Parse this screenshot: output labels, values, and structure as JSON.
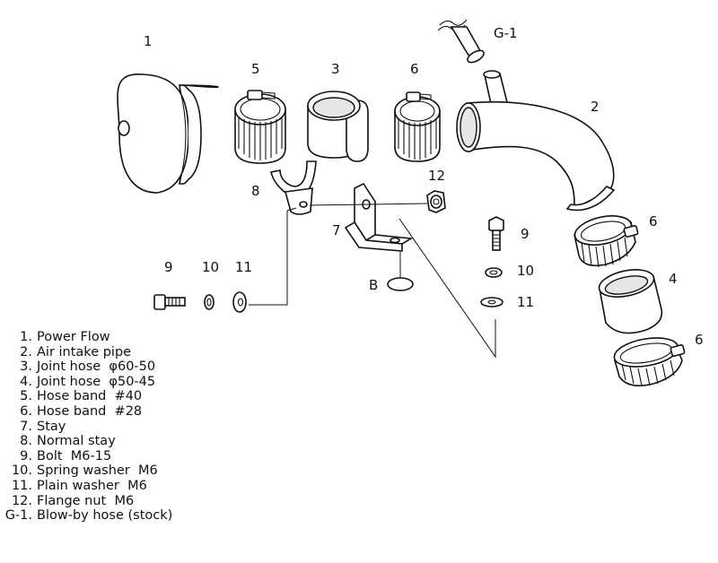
{
  "callouts": {
    "c1": "1",
    "c2": "2",
    "c3": "3",
    "c4": "4",
    "c5": "5",
    "c6a": "6",
    "c6b": "6",
    "c6c": "6",
    "c7": "7",
    "c8": "8",
    "c9a": "9",
    "c9b": "9",
    "c10a": "10",
    "c10b": "10",
    "c11a": "11",
    "c11b": "11",
    "c12": "12",
    "cB": "B",
    "cG1": "G-1"
  },
  "legend": [
    {
      "num": "1.",
      "text": "Power Flow"
    },
    {
      "num": "2.",
      "text": "Air intake pipe"
    },
    {
      "num": "3.",
      "text": "Joint hose  φ60-50"
    },
    {
      "num": "4.",
      "text": "Joint hose  φ50-45"
    },
    {
      "num": "5.",
      "text": "Hose band  #40"
    },
    {
      "num": "6.",
      "text": "Hose band  #28"
    },
    {
      "num": "7.",
      "text": "Stay"
    },
    {
      "num": "8.",
      "text": "Normal stay"
    },
    {
      "num": "9.",
      "text": "Bolt  M6-15"
    },
    {
      "num": "10.",
      "text": "Spring washer  M6"
    },
    {
      "num": "11.",
      "text": "Plain washer  M6"
    },
    {
      "num": "12.",
      "text": "Flange nut  M6"
    },
    {
      "num": "G-1.",
      "text": "Blow-by hose (stock)"
    }
  ]
}
